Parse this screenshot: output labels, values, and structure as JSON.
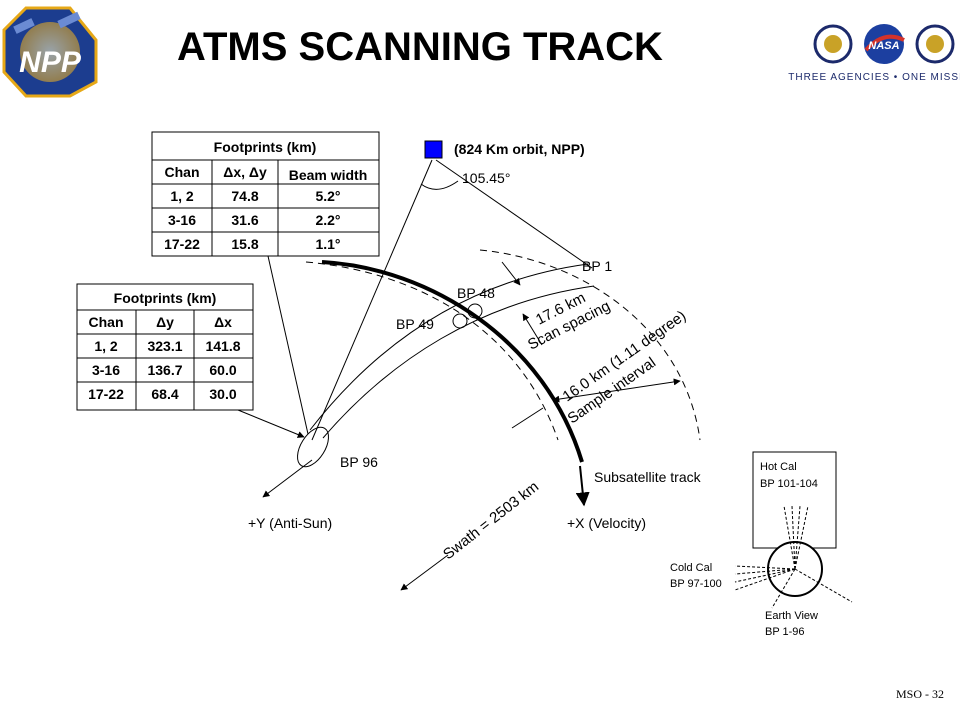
{
  "title": "ATMS SCANNING TRACK",
  "logos": {
    "left": "NPP",
    "right_caption": "THREE AGENCIES • ONE MISSION",
    "seals": [
      "commerce-seal",
      "nasa-logo",
      "defense-seal"
    ]
  },
  "orbit_label": "(824 Km orbit, NPP)",
  "scan_angle": "105.45°",
  "table1": {
    "title": "Footprints (km)",
    "headers": [
      "Chan",
      "Δx, Δy",
      "Beam width"
    ],
    "rows": [
      [
        "1, 2",
        "74.8",
        "5.2°"
      ],
      [
        "3-16",
        "31.6",
        "2.2°"
      ],
      [
        "17-22",
        "15.8",
        "1.1°"
      ]
    ]
  },
  "table2": {
    "title": "Footprints (km)",
    "headers": [
      "Chan",
      "Δy",
      "Δx"
    ],
    "rows": [
      [
        "1, 2",
        "323.1",
        "141.8"
      ],
      [
        "3-16",
        "136.7",
        "60.0"
      ],
      [
        "17-22",
        "68.4",
        "30.0"
      ]
    ]
  },
  "beam_positions": {
    "bp1": "BP 1",
    "bp48": "BP 48",
    "bp49": "BP 49",
    "bp96": "BP 96"
  },
  "annotations": {
    "scan_spacing_value": "17.6 km",
    "scan_spacing_label": "Scan spacing",
    "sample_value": "16.0 km (1.11 degree)",
    "sample_label": "Sample interval",
    "subsatellite": "Subsatellite track",
    "swath": "Swath = 2503 km",
    "velocity": "+X (Velocity)",
    "anti_sun": "+Y (Anti-Sun)"
  },
  "calibration": {
    "hot_cal": "Hot Cal",
    "hot_bp": "BP 101-104",
    "cold_cal": "Cold Cal",
    "cold_bp": "BP 97-100",
    "earth_view": "Earth View",
    "earth_bp": "BP 1-96"
  },
  "page_number": "MSO - 32",
  "colors": {
    "satellite": "#0000ff",
    "logo_navy": "#1c2a6b",
    "logo_gold": "#c9a227",
    "nasa_red": "#d3322b"
  }
}
